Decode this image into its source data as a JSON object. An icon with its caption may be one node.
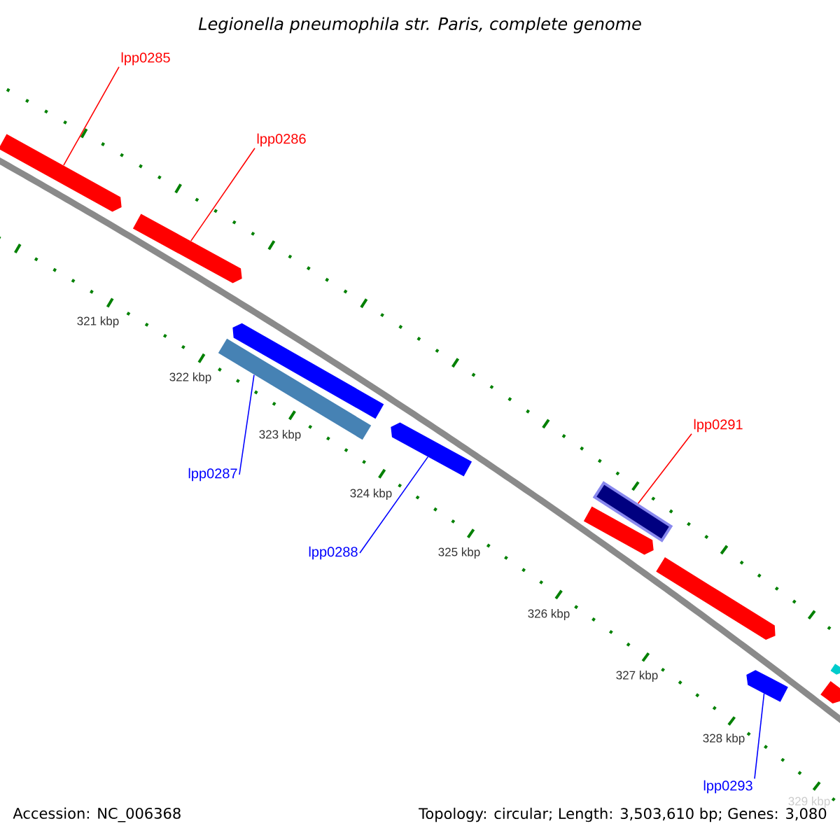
{
  "diagram": {
    "title": "Legionella pneumophila str. Paris, complete genome",
    "nodes": [
      {
        "text": [
          "lpp0285"
        ]
      },
      {
        "text": [
          "lpp0286"
        ]
      },
      {
        "text": [
          "lpp0287"
        ]
      },
      {
        "text": [
          "lpp0288"
        ]
      },
      {
        "text": [
          "lpp0291"
        ]
      },
      {
        "text": [
          "lpp0293"
        ]
      },
      {
        "text": [],
        "shape": "bar"
      },
      {
        "text": [],
        "shape": "bar"
      },
      {
        "text": [],
        "shape": "bar"
      },
      {
        "text": [],
        "shape": "bar"
      },
      {
        "text": [],
        "shape": "bar"
      },
      {
        "text": [],
        "shape": "bar"
      },
      {
        "text": [],
        "shape": "bar"
      },
      {
        "text": [],
        "shape": "bar"
      },
      {
        "text": [],
        "shape": "bar"
      },
      {
        "text": [],
        "shape": "bar"
      },
      {
        "text": [],
        "shape": "bar"
      }
    ],
    "edges": [
      {
        "from": 0,
        "to": 6,
        "arrow": "none",
        "color": "#ff0000"
      },
      {
        "from": 1,
        "to": 7,
        "arrow": "none",
        "color": "#ff0000"
      },
      {
        "from": 2,
        "to": 9,
        "arrow": "none",
        "color": "#0000ff"
      },
      {
        "from": 3,
        "to": 10,
        "arrow": "none",
        "color": "#0000ff"
      },
      {
        "from": 4,
        "to": 11,
        "arrow": "none",
        "color": "#ff0000"
      },
      {
        "from": 5,
        "to": 14,
        "arrow": "none",
        "color": "#0000ff"
      }
    ],
    "labels": [
      "321 kbp",
      "322 kbp",
      "323 kbp",
      "324 kbp",
      "325 kbp",
      "326 kbp",
      "327 kbp",
      "328 kbp",
      "329 kbp",
      "Accession: NC_006368",
      "Topology: circular; Length: 3,503,610 bp; Genes: 3,080"
    ]
  }
}
